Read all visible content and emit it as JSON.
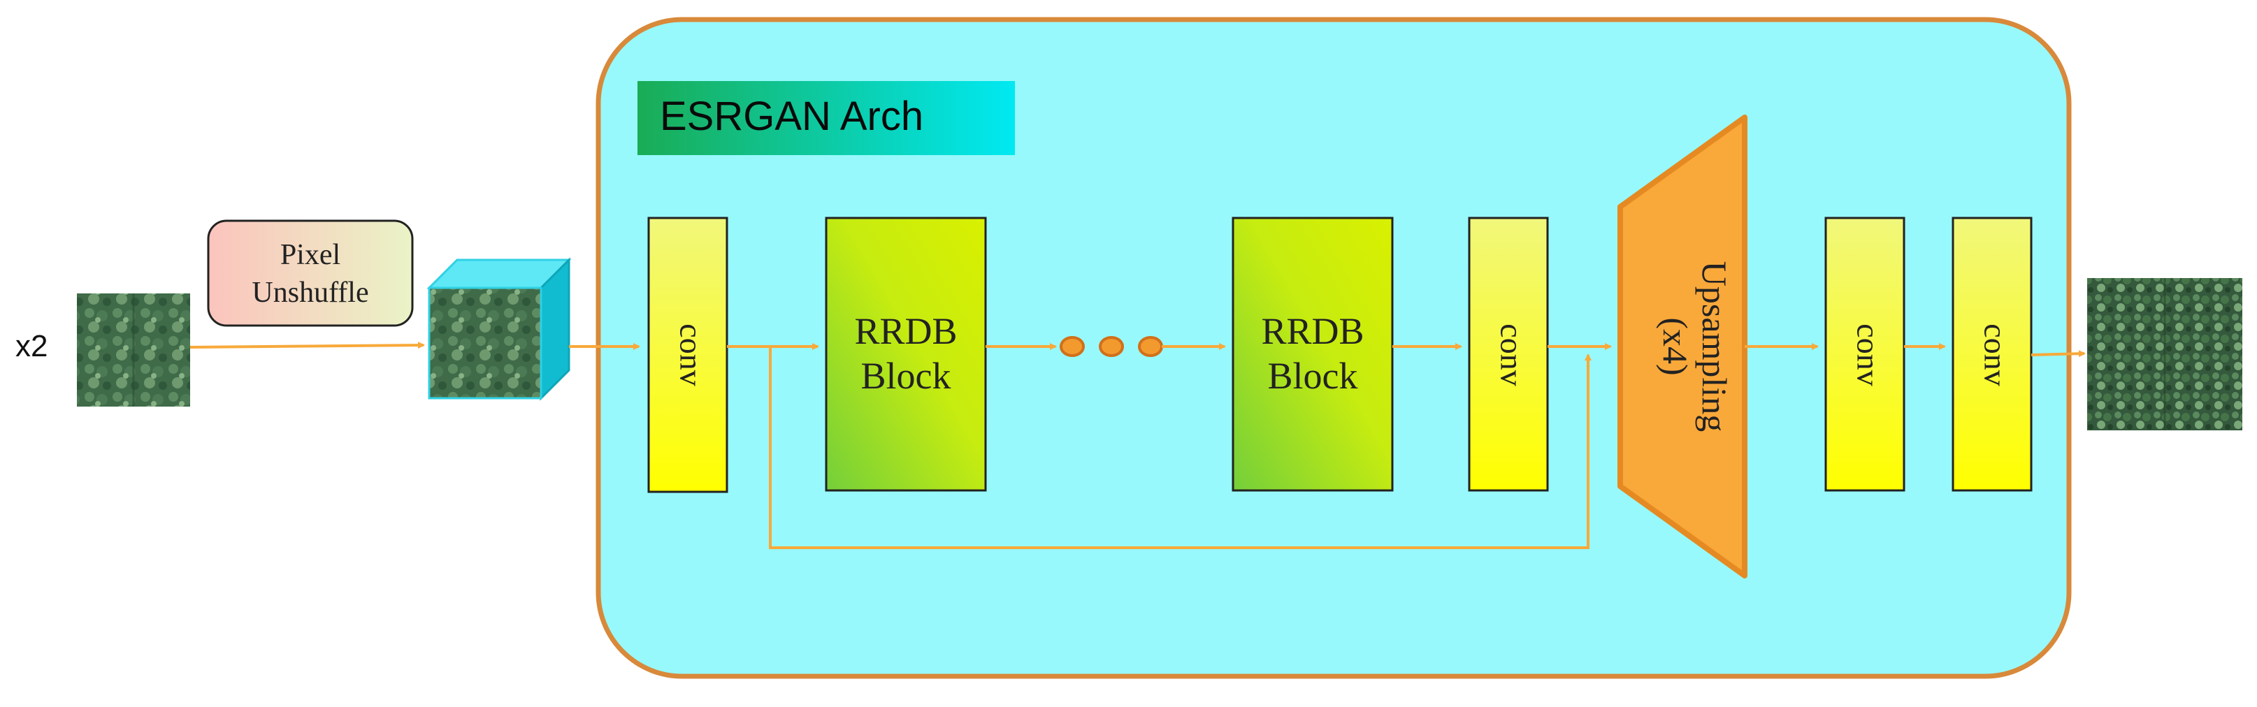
{
  "input": {
    "scale_label": "x2"
  },
  "pixel_unshuffle": {
    "line1": "Pixel",
    "line2": "Unshuffle"
  },
  "arch": {
    "title": "ESRGAN Arch"
  },
  "blocks": {
    "conv_first": "conv",
    "rrdb1": {
      "line1": "RRDB",
      "line2": "Block"
    },
    "rrdb2": {
      "line1": "RRDB",
      "line2": "Block"
    },
    "conv_body": "conv",
    "upsampling": {
      "line1": "Upsampling",
      "line2": "(x4)"
    },
    "conv_hr": "conv",
    "conv_last": "conv"
  },
  "colors": {
    "container_fill": "#97f9fb",
    "container_stroke": "#d8893a",
    "arrow": "#f8a93a",
    "upsample_fill": "#f9a83a",
    "upsample_stroke": "#e58a22",
    "title_grad_start": "#1aac55",
    "title_grad_end": "#00e9f2",
    "dot_fill": "#f39a2f",
    "dot_stroke": "#d1701a"
  }
}
